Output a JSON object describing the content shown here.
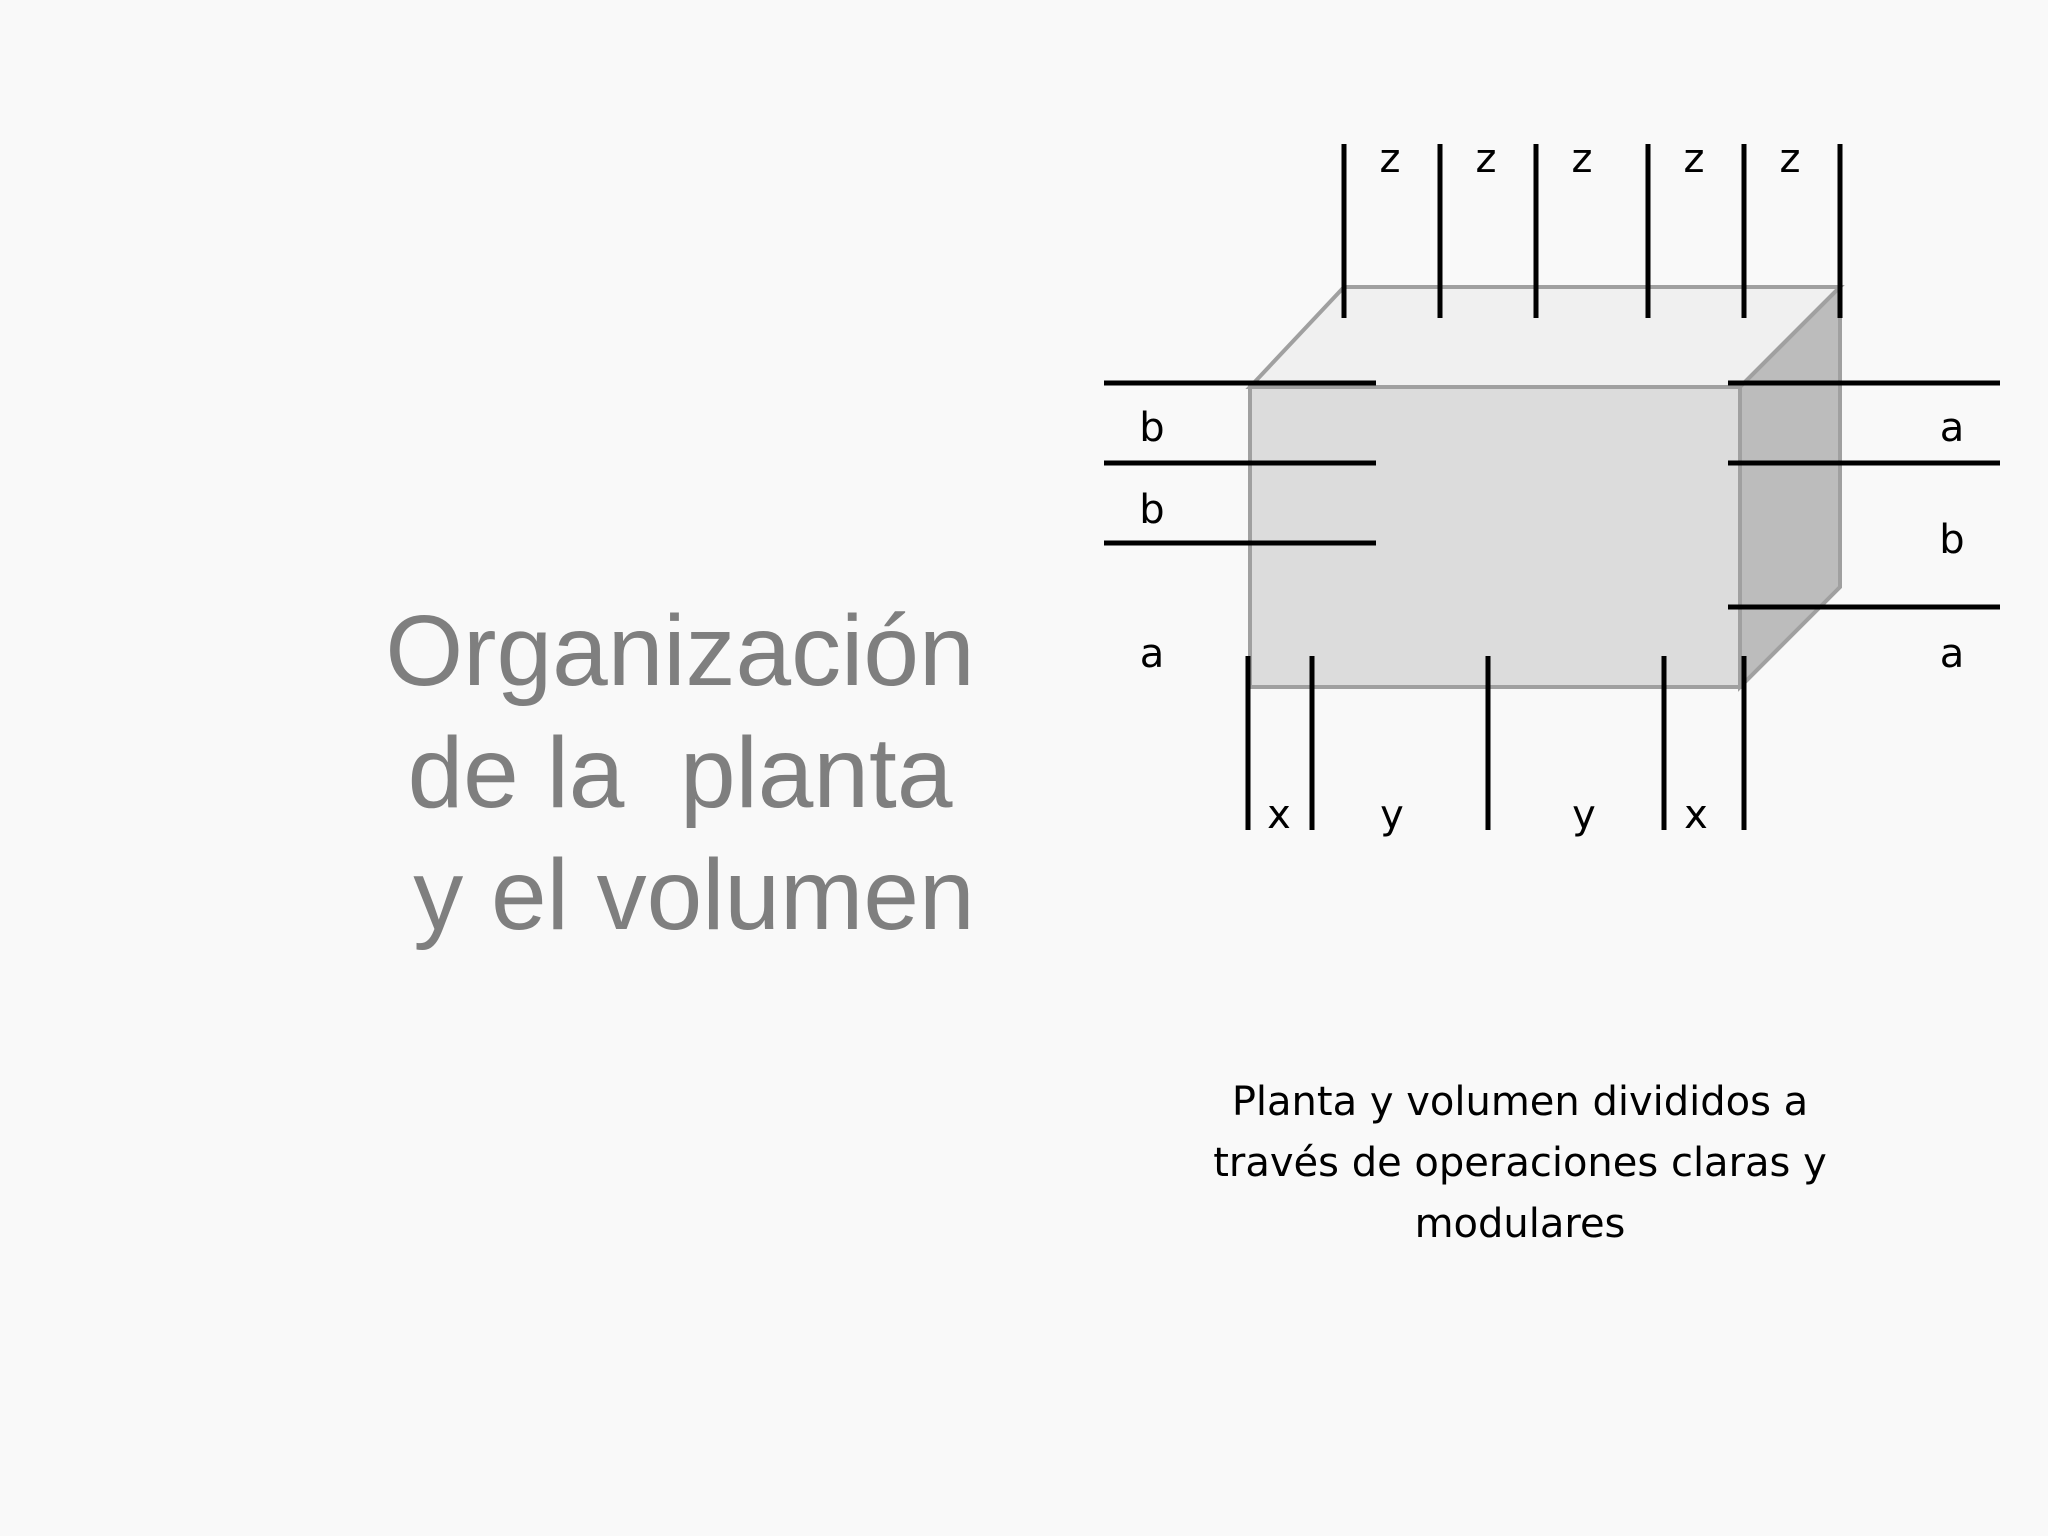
{
  "slide": {
    "title_lines": [
      "Organización",
      "de la  planta",
      " y el volumen"
    ],
    "caption_lines": [
      "Planta y volumen divididos a",
      "través de operaciones claras y",
      "modulares"
    ]
  },
  "diagram": {
    "top_labels": [
      "z",
      "z",
      "z",
      "z",
      "z"
    ],
    "left_labels": [
      "b",
      "b",
      "a"
    ],
    "right_labels": [
      "a",
      "b",
      "a"
    ],
    "bottom_labels": [
      "x",
      "y",
      "y",
      "x"
    ],
    "colors": {
      "front_face": "#dcdcdc",
      "top_face": "#f0f0f0",
      "side_face": "#bcbcbc",
      "edge": "#a0a0a0",
      "dimension_line": "#000000"
    }
  }
}
